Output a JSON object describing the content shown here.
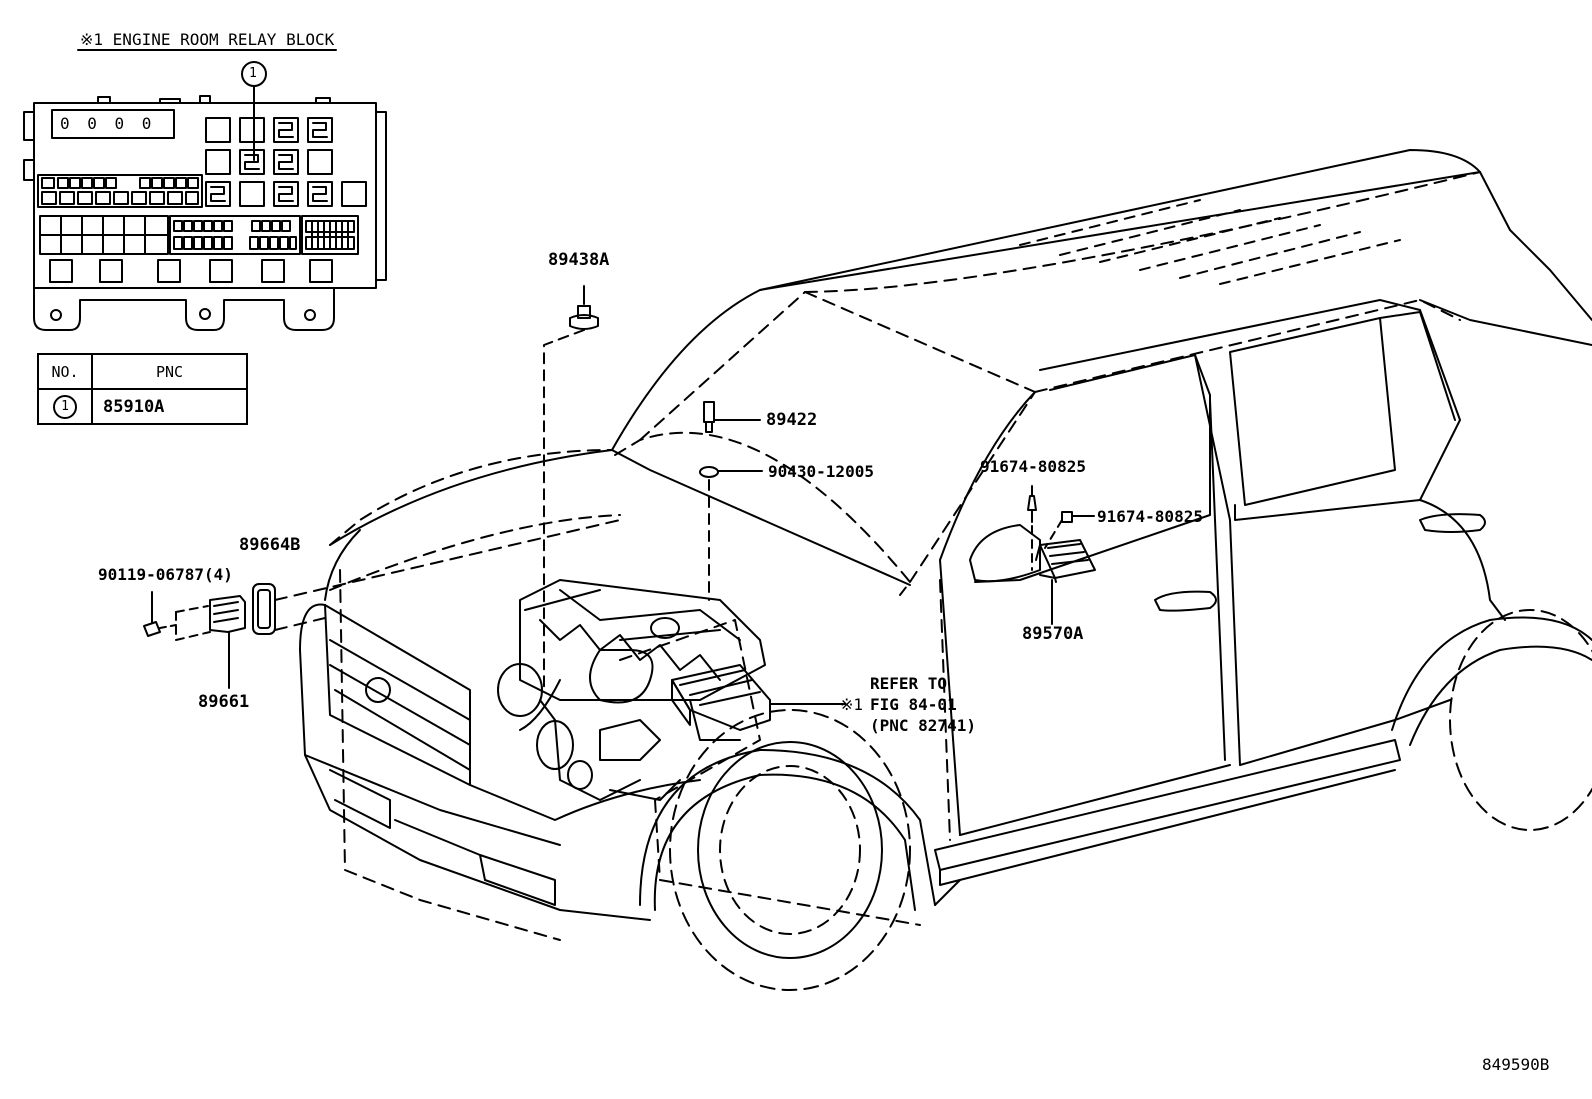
{
  "relay_block": {
    "title": "※1 ENGINE ROOM RELAY BLOCK",
    "callout_number": "1",
    "display_digits": "0 0 0 0"
  },
  "pnc_table": {
    "header_no": "NO.",
    "header_pnc": "PNC",
    "rows": [
      {
        "no": "1",
        "pnc": "85910A"
      }
    ]
  },
  "part_labels": {
    "p89438A": "89438A",
    "p89422": "89422",
    "p90430": "90430-12005",
    "p91674a": "91674-80825",
    "p91674b": "91674-80825",
    "p89570A": "89570A",
    "p89664B": "89664B",
    "p90119": "90119-06787(4)",
    "p89661": "89661",
    "refer_line1": "REFER TO",
    "refer_line2": "FIG 84-01",
    "refer_line3": "(PNC 82741)",
    "refer_marker": "※1"
  },
  "figure_code": "849590B"
}
